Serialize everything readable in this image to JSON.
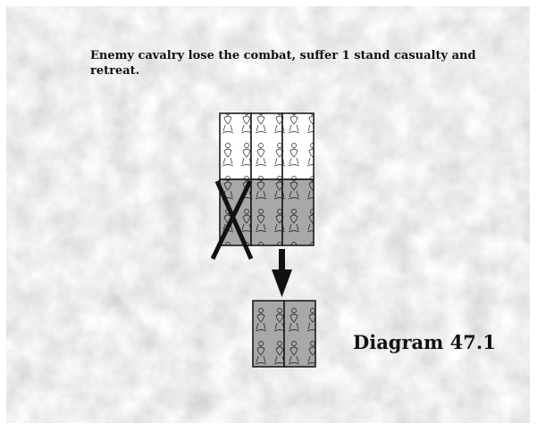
{
  "caption": "Enemy cavalry lose the combat, suffer 1 stand casualty and retreat.",
  "diagram_label": "Diagram 47.1",
  "colors": {
    "background": "#d6d6d6",
    "friendly_stand": "#ffffff",
    "enemy_stand": "#a8a8a8",
    "outline": "#111111"
  },
  "units": {
    "friendly_front": {
      "stands": 3,
      "fill": "white"
    },
    "enemy_engaged": {
      "stands": 3,
      "fill": "grey",
      "casualties": 1
    },
    "enemy_retreated": {
      "stands": 2,
      "fill": "grey"
    }
  },
  "arrow": {
    "direction": "down",
    "meaning": "retreat"
  }
}
